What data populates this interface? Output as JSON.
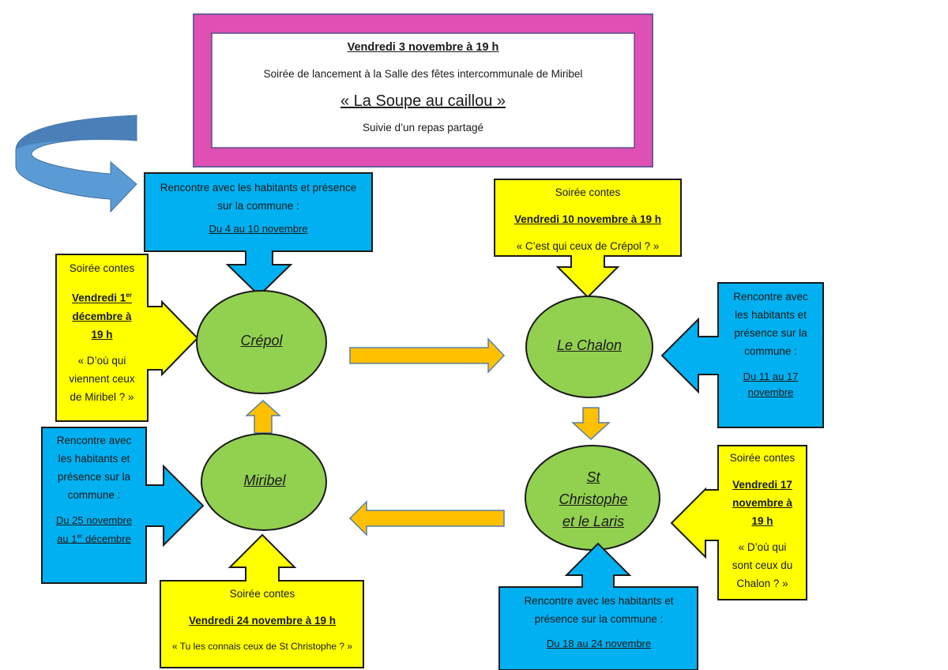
{
  "colors": {
    "magenta_frame": "#E04FB3",
    "blue_box": "#00B0F0",
    "yellow_box": "#FFFF00",
    "green_node": "#92D050",
    "orange_arrow": "#FFC000",
    "curved_arrow": "#5B9BD5"
  },
  "launch": {
    "date": "Vendredi 3 novembre à 19 h",
    "description": "Soirée de lancement à la Salle des fêtes intercommunale de Miribel",
    "title": "« La Soupe au caillou »",
    "note": "Suivie d’un repas partagé"
  },
  "nodes": {
    "crepol": "Crépol",
    "chalon": "Le Chalon",
    "stchristophe": [
      "St",
      "Christophe",
      "et le Laris"
    ],
    "miribel": "Miribel"
  },
  "boxes": {
    "crepol_rencontre": {
      "lines": [
        "Rencontre avec les habitants et présence",
        "sur la commune :"
      ],
      "dates": "Du 4 au 10 novembre"
    },
    "crepol_contes": {
      "heading": "Soirée contes",
      "date_lines": [
        "Vendredi 1",
        "décembre à",
        "19 h"
      ],
      "date_sup": "er",
      "quote_lines": [
        "« D’où qui",
        "viennent ceux",
        "de Miribel ? »"
      ]
    },
    "chalon_contes": {
      "heading": "Soirée contes",
      "date": "Vendredi 10 novembre à 19 h",
      "quote": "« C’est qui ceux de Crépol ? »"
    },
    "chalon_rencontre": {
      "lines": [
        "Rencontre avec",
        "les habitants et",
        "présence sur la",
        "commune :"
      ],
      "date_lines": [
        "Du 11 au 17",
        "novembre"
      ]
    },
    "stchristophe_contes": {
      "heading": "Soirée contes",
      "date_lines": [
        "Vendredi 17",
        "novembre à",
        "19 h"
      ],
      "quote_lines": [
        "« D’où qui",
        "sont ceux du",
        "Chalon ? »"
      ]
    },
    "stchristophe_rencontre": {
      "lines": [
        "Rencontre avec les habitants et",
        "présence sur la commune :"
      ],
      "dates": "Du 18 au 24 novembre"
    },
    "miribel_rencontre": {
      "lines": [
        "Rencontre avec",
        "les habitants et",
        "présence sur la",
        "commune :"
      ],
      "date_line1": "Du 25 novembre",
      "date_line2_prefix": "au 1",
      "date_line2_sup": "er",
      "date_line2_suffix": " décembre"
    },
    "miribel_contes": {
      "heading": "Soirée contes",
      "date": "Vendredi 24 novembre à 19 h",
      "quote": "« Tu les connais ceux de St Christophe ? »"
    }
  }
}
